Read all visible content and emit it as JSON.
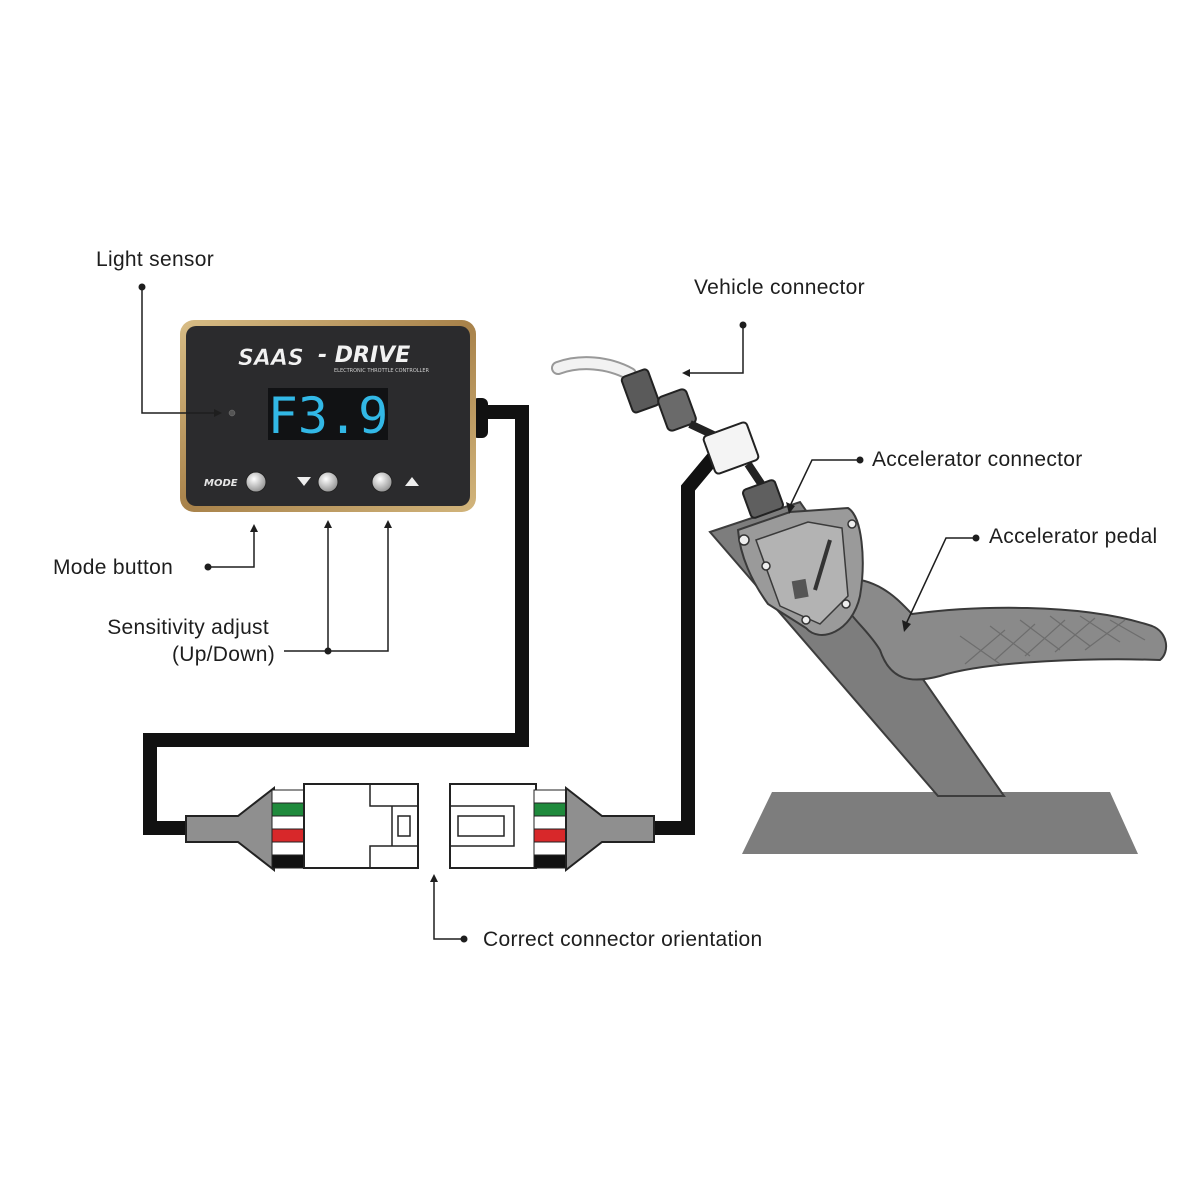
{
  "device": {
    "brand": "SAAS",
    "model": "- DRIVE",
    "subtitle": "ELECTRONIC THROTTLE CONTROLLER",
    "display": "F3.9",
    "mode_button_label": "MODE",
    "display_color": "#32b8e6",
    "bezel_color": "#b99660"
  },
  "labels": {
    "light_sensor": "Light sensor",
    "vehicle_connector": "Vehicle connector",
    "accelerator_connector": "Accelerator connector",
    "accelerator_pedal": "Accelerator pedal",
    "mode_button": "Mode button",
    "sensitivity_line1": "Sensitivity adjust",
    "sensitivity_line2": "(Up/Down)",
    "orientation": "Correct connector orientation"
  },
  "wire_colors": [
    "#ffffff",
    "#1f8a3c",
    "#ffffff",
    "#d8282a",
    "#ffffff",
    "#111111"
  ],
  "icons": {
    "down": "triangle-down-icon",
    "up": "triangle-up-icon"
  }
}
